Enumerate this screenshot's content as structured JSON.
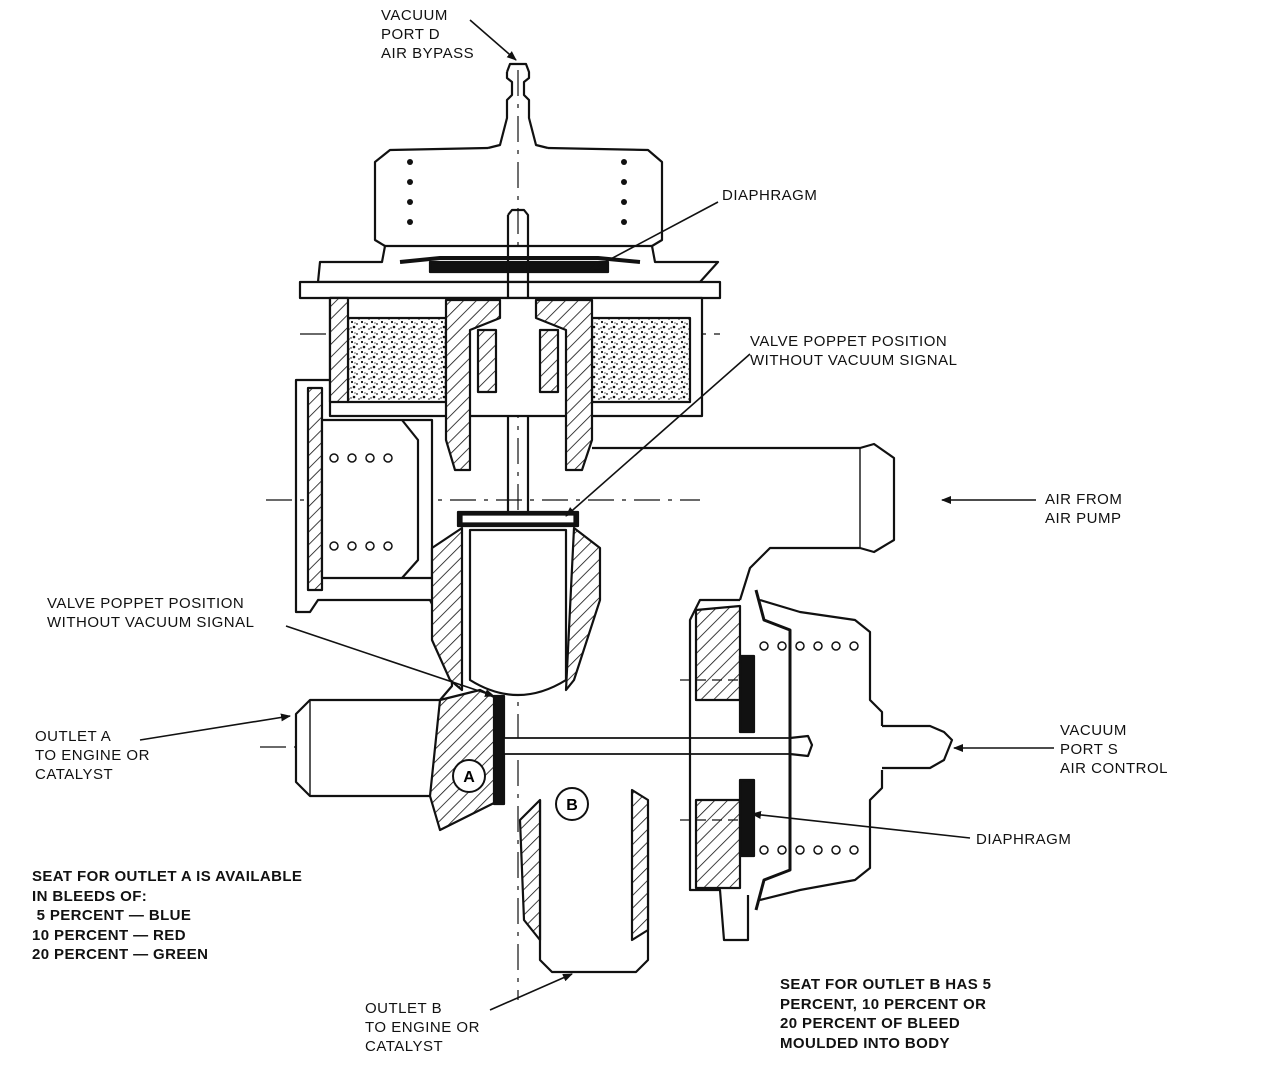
{
  "labels": {
    "vacuum_port_d": [
      "VACUUM",
      "PORT D",
      "AIR BYPASS"
    ],
    "diaphragm_top": "DIAPHRAGM",
    "poppet_top": [
      "VALVE POPPET POSITION",
      "WITHOUT VACUUM SIGNAL"
    ],
    "air_from_pump": [
      "AIR FROM",
      "AIR PUMP"
    ],
    "poppet_left": [
      "VALVE POPPET POSITION",
      "WITHOUT VACUUM SIGNAL"
    ],
    "outlet_a": [
      "OUTLET A",
      "TO ENGINE OR",
      "CATALYST"
    ],
    "vacuum_port_s": [
      "VACUUM",
      "PORT S",
      "AIR CONTROL"
    ],
    "diaphragm_bottom": "DIAPHRAGM",
    "outlet_b": [
      "OUTLET B",
      "TO ENGINE OR",
      "CATALYST"
    ],
    "marker_a": "A",
    "marker_b": "B"
  },
  "notes": {
    "seat_a": [
      "SEAT FOR OUTLET A IS AVAILABLE",
      "IN BLEEDS OF:",
      " 5 PERCENT — BLUE",
      "10 PERCENT — RED",
      "20 PERCENT — GREEN"
    ],
    "seat_b": [
      "SEAT FOR OUTLET B HAS 5",
      "PERCENT, 10 PERCENT OR",
      "20 PERCENT OF BLEED",
      "MOULDED INTO BODY"
    ]
  }
}
